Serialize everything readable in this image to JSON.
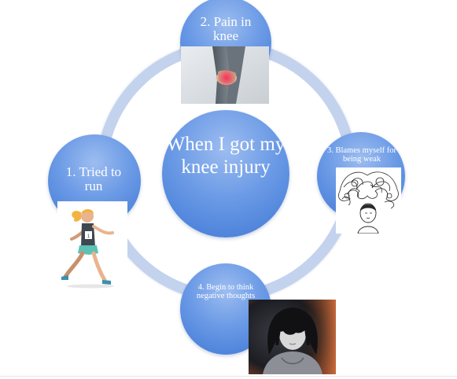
{
  "diagram": {
    "center_label": "When I got my knee injury",
    "steps": [
      {
        "label": "1. Tried to run",
        "picture": "runner-illustration"
      },
      {
        "label": "2. Pain in knee",
        "picture": "knee-pain-photo"
      },
      {
        "label": "3. Blames myself for being weak",
        "picture": "tangled-thoughts-drawing"
      },
      {
        "label": "4. Begin to think negative thoughts",
        "picture": "sad-girl-drawing"
      }
    ]
  },
  "colors": {
    "node_fill": "#6c9be6",
    "ring": "#c3d3ee",
    "text": "#ffffff"
  }
}
